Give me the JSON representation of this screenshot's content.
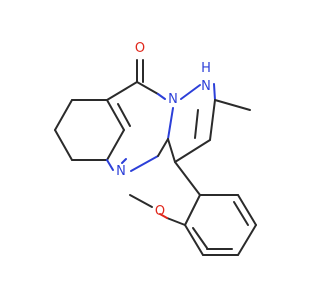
{
  "molecule": {
    "atom_labels": {
      "carbonyl_oxygen": "O",
      "nh_nitrogen": "N",
      "nh_hydrogen": "H",
      "bridge_nitrogen": "N",
      "pyrimidine_nitrogen": "N",
      "methoxy_oxygen": "O"
    }
  },
  "colors": {
    "bond": "#2b2b2b",
    "nitrogen": "#2c3fd8",
    "oxygen": "#e0261a",
    "background": "#ffffff"
  }
}
